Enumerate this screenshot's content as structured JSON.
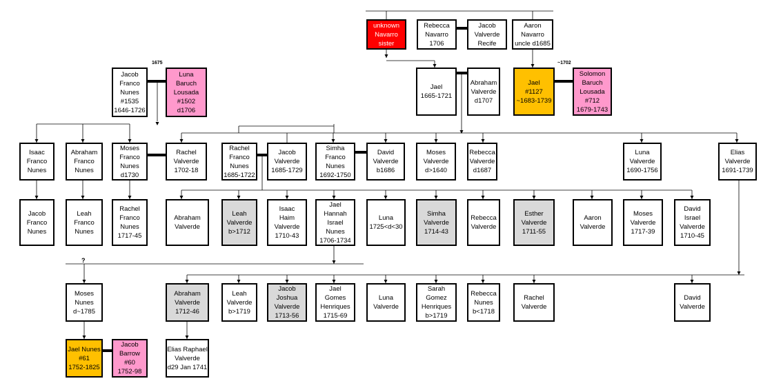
{
  "colors": {
    "pink": "#ff99cc",
    "gold": "#ffc000",
    "grey": "#d9d9d9",
    "red": "#ff0000"
  },
  "annotations": {
    "a1675": "1675",
    "a1702": "~1702",
    "q": "?"
  },
  "people": {
    "unknown_navarro_sister": "unknown\nNavarro\nsister",
    "rebecca_navarro": "Rebecca\nNavarro\n1706",
    "jacob_valverde_recife": "Jacob\nValverde\nRecife",
    "aaron_navarro": "Aaron\nNavarro\nuncle d1685",
    "jacob_franco_nunes": "Jacob\nFranco\nNunes\n#1535\n1646-1726",
    "luna_baruch_lousada": "Luna\nBaruch\nLousada\n#1502\nd1706",
    "jael_1665": "Jael\n1665-1721",
    "abraham_valverde_1707": "Abraham\nValverde\nd1707",
    "jael_1127": "Jael\n#1127\n~1683-1739",
    "solomon_baruch_lousada": "Solomon\nBaruch\nLousada\n#712\n1679-1743",
    "isaac_franco_nunes": "Isaac\nFranco\nNunes",
    "abraham_franco_nunes": "Abraham\nFranco\nNunes",
    "moses_franco_nunes": "Moses\nFranco\nNunes\nd1730",
    "rachel_valverde_1702": "Rachel\nValverde\n1702-18",
    "rachel_franco_nunes_1685": "Rachel\nFranco\nNunes\n1685-1722",
    "jacob_valverde_1685": "Jacob\nValverde\n1685-1729",
    "simha_franco_nunes": "Simha\nFranco\nNunes\n1692-1750",
    "david_valverde_1686": "David\nValverde\nb1686",
    "moses_valverde_1640": "Moses\nValverde\nd>1640",
    "rebecca_valverde_1687": "Rebecca\nValverde\nd1687",
    "luna_valverde_1690": "Luna\nValverde\n1690-1756",
    "elias_valverde_1691": "Elias\nValverde\n1691-1739",
    "jacob_franco_nunes_jr": "Jacob\nFranco\nNunes",
    "leah_franco_nunes": "Leah\nFranco\nNunes",
    "rachel_franco_nunes_1717": "Rachel\nFranco\nNunes\n1717-45",
    "abraham_valverde_r3": "Abraham\nValverde",
    "leah_valverde_1712": "Leah\nValverde\nb>1712",
    "isaac_haim_valverde": "Isaac\nHaim\nValverde\n1710-43",
    "jael_hannah_israel_nunes": "Jael\nHannah\nIsrael\nNunes\n1706-1734",
    "luna_1725": "Luna\n1725<d<30",
    "simha_valverde_1714": "Simha\nValverde\n1714-43",
    "rebecca_valverde_r3": "Rebecca\nValverde",
    "esther_valverde_1711": "Esther\nValverde\n1711-55",
    "aaron_valverde": "Aaron\nValverde",
    "moses_valverde_1717": "Moses\nValverde\n1717-39",
    "david_israel_valverde": "David\nIsrael\nValverde\n1710-45",
    "moses_nunes": "Moses\nNunes\nd~1785",
    "abraham_valverde_1712": "Abraham\nValverde\n1712-46",
    "leah_valverde_1719": "Leah\nValverde\nb>1719",
    "jacob_joshua_valverde": "Jacob\nJoshua\nValverde\n1713-56",
    "jael_gomes_henriques": "Jael\nGomes\nHenriques\n1715-69",
    "luna_valverde_r4": "Luna\nValverde",
    "sarah_gomez_henriques": "Sarah\nGomez\nHenriques\nb>1719",
    "rebecca_nunes": "Rebecca\nNunes\nb<1718",
    "rachel_valverde_r4": "Rachel\nValverde",
    "david_valverde_r4": "David\nValverde",
    "jael_nunes_61": "Jael Nunes\n#61\n1752-1825",
    "jacob_barrow": "Jacob\nBarrow\n#60\n1752-98",
    "elias_raphael_valverde": "Elias Raphael\nValverde\nd29 Jan 1741"
  }
}
